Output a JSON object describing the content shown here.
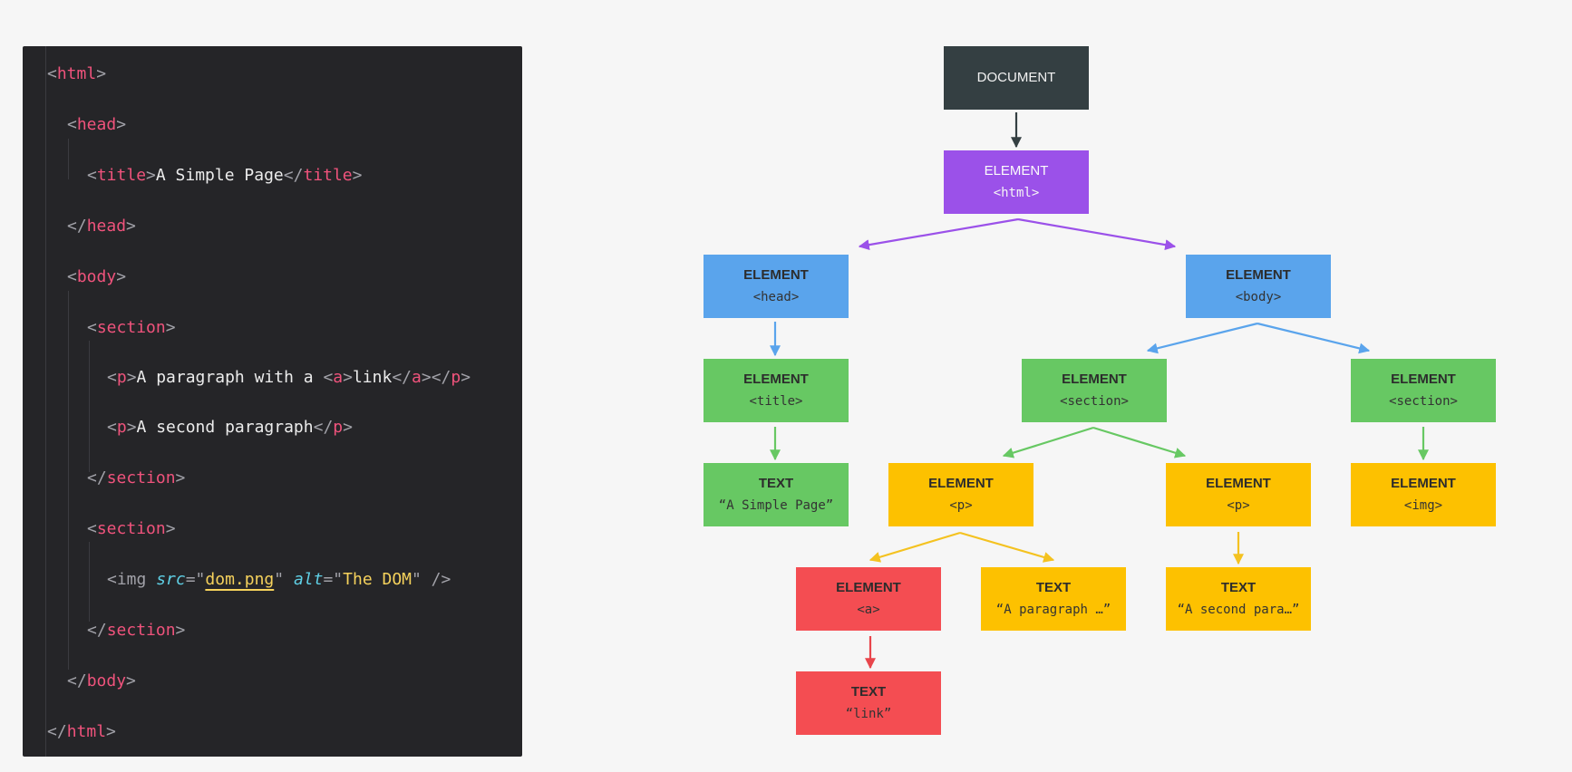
{
  "colors": {
    "document": "#343f42",
    "html": "#9b51e9",
    "head_body": "#5aa4ec",
    "green": "#67c863",
    "yellow": "#fdc100",
    "red": "#f44d52",
    "code_bg": "#252528"
  },
  "code": {
    "lines": [
      [
        {
          "t": "<",
          "c": "p"
        },
        {
          "t": "html",
          "c": "t"
        },
        {
          "t": ">",
          "c": "p"
        }
      ],
      [
        {
          "t": "<",
          "c": "p"
        },
        {
          "t": "head",
          "c": "t"
        },
        {
          "t": ">",
          "c": "p"
        }
      ],
      [
        {
          "t": "<",
          "c": "p"
        },
        {
          "t": "title",
          "c": "t"
        },
        {
          "t": ">",
          "c": "p"
        },
        {
          "t": "A Simple Page",
          "c": "tx"
        },
        {
          "t": "</",
          "c": "p"
        },
        {
          "t": "title",
          "c": "t"
        },
        {
          "t": ">",
          "c": "p"
        }
      ],
      [
        {
          "t": "</",
          "c": "p"
        },
        {
          "t": "head",
          "c": "t"
        },
        {
          "t": ">",
          "c": "p"
        }
      ],
      [
        {
          "t": "<",
          "c": "p"
        },
        {
          "t": "body",
          "c": "t"
        },
        {
          "t": ">",
          "c": "p"
        }
      ],
      [
        {
          "t": "<",
          "c": "p"
        },
        {
          "t": "section",
          "c": "t"
        },
        {
          "t": ">",
          "c": "p"
        }
      ],
      [
        {
          "t": "<",
          "c": "p"
        },
        {
          "t": "p",
          "c": "t"
        },
        {
          "t": ">",
          "c": "p"
        },
        {
          "t": "A paragraph with a ",
          "c": "tx"
        },
        {
          "t": "<",
          "c": "p"
        },
        {
          "t": "a",
          "c": "t"
        },
        {
          "t": ">",
          "c": "p"
        },
        {
          "t": "link",
          "c": "tx"
        },
        {
          "t": "</",
          "c": "p"
        },
        {
          "t": "a",
          "c": "t"
        },
        {
          "t": "></",
          "c": "p"
        },
        {
          "t": "p",
          "c": "t"
        },
        {
          "t": ">",
          "c": "p"
        }
      ],
      [
        {
          "t": "<",
          "c": "p"
        },
        {
          "t": "p",
          "c": "t"
        },
        {
          "t": ">",
          "c": "p"
        },
        {
          "t": "A second paragraph",
          "c": "tx"
        },
        {
          "t": "</",
          "c": "p"
        },
        {
          "t": "p",
          "c": "t"
        },
        {
          "t": ">",
          "c": "p"
        }
      ],
      [
        {
          "t": "</",
          "c": "p"
        },
        {
          "t": "section",
          "c": "t"
        },
        {
          "t": ">",
          "c": "p"
        }
      ],
      [
        {
          "t": "<",
          "c": "p"
        },
        {
          "t": "section",
          "c": "t"
        },
        {
          "t": ">",
          "c": "p"
        }
      ],
      [
        {
          "t": "<img ",
          "c": "p"
        },
        {
          "t": "src",
          "c": "a"
        },
        {
          "t": "=\"",
          "c": "p"
        },
        {
          "t": "dom.png",
          "c": "su"
        },
        {
          "t": "\" ",
          "c": "p"
        },
        {
          "t": "alt",
          "c": "a"
        },
        {
          "t": "=\"",
          "c": "p"
        },
        {
          "t": "The DOM",
          "c": "s"
        },
        {
          "t": "\" />",
          "c": "p"
        }
      ],
      [
        {
          "t": "</",
          "c": "p"
        },
        {
          "t": "section",
          "c": "t"
        },
        {
          "t": ">",
          "c": "p"
        }
      ],
      [
        {
          "t": "</",
          "c": "p"
        },
        {
          "t": "body",
          "c": "t"
        },
        {
          "t": ">",
          "c": "p"
        }
      ],
      [
        {
          "t": "</",
          "c": "p"
        },
        {
          "t": "html",
          "c": "t"
        },
        {
          "t": ">",
          "c": "p"
        }
      ]
    ]
  },
  "tree": {
    "document": {
      "type": "DOCUMENT"
    },
    "html": {
      "type": "ELEMENT",
      "sub": "<html>"
    },
    "head": {
      "type": "ELEMENT",
      "sub": "<head>"
    },
    "body": {
      "type": "ELEMENT",
      "sub": "<body>"
    },
    "title": {
      "type": "ELEMENT",
      "sub": "<title>"
    },
    "section1": {
      "type": "ELEMENT",
      "sub": "<section>"
    },
    "section2": {
      "type": "ELEMENT",
      "sub": "<section>"
    },
    "title_text": {
      "type": "TEXT",
      "sub": "“A Simple Page”"
    },
    "p1": {
      "type": "ELEMENT",
      "sub": "<p>"
    },
    "p2": {
      "type": "ELEMENT",
      "sub": "<p>"
    },
    "img": {
      "type": "ELEMENT",
      "sub": "<img>"
    },
    "a": {
      "type": "ELEMENT",
      "sub": "<a>"
    },
    "p1_text": {
      "type": "TEXT",
      "sub": "“A paragraph …”"
    },
    "p2_text": {
      "type": "TEXT",
      "sub": "“A second para…”"
    },
    "a_text": {
      "type": "TEXT",
      "sub": "“link”"
    }
  }
}
